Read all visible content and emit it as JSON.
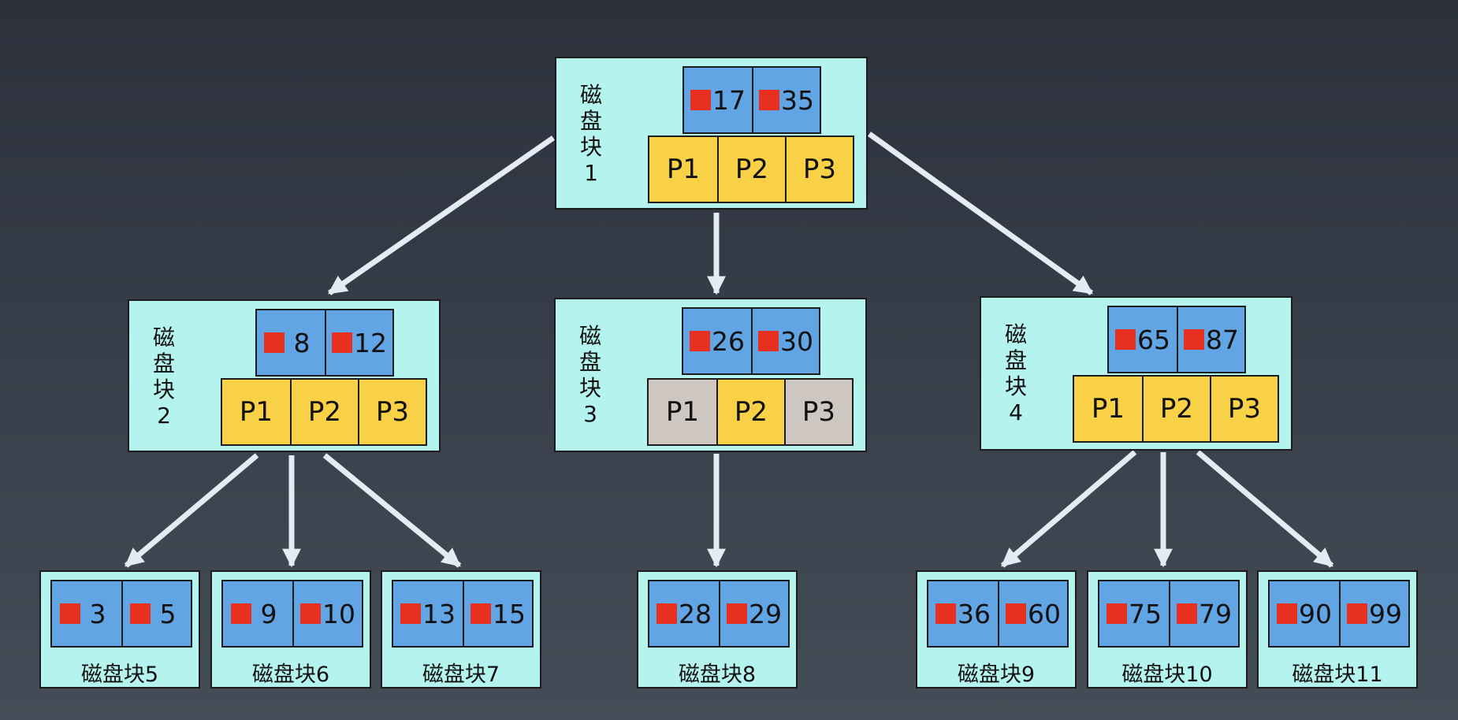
{
  "pointer_labels": [
    "P1",
    "P2",
    "P3"
  ],
  "colors": {
    "node_bg": "#b4f3ee",
    "key_bg": "#62a5e4",
    "pointer_bg": "#f9d146",
    "pointer_muted_bg": "#cdc6c1",
    "marker": "#e8301f",
    "arrow": "#e4ebf4"
  },
  "nodes": {
    "n1": {
      "label": [
        "磁",
        "盘",
        "块",
        "1"
      ],
      "keys": [
        "17",
        "35"
      ]
    },
    "n2": {
      "label": [
        "磁",
        "盘",
        "块",
        "2"
      ],
      "keys": [
        "8",
        "12"
      ]
    },
    "n3": {
      "label": [
        "磁",
        "盘",
        "块",
        "3"
      ],
      "keys": [
        "26",
        "30"
      ],
      "active_pointer": "P2"
    },
    "n4": {
      "label": [
        "磁",
        "盘",
        "块",
        "4"
      ],
      "keys": [
        "65",
        "87"
      ]
    }
  },
  "leaves": {
    "l5": {
      "label": "磁盘块5",
      "keys": [
        "3",
        "5"
      ]
    },
    "l6": {
      "label": "磁盘块6",
      "keys": [
        "9",
        "10"
      ]
    },
    "l7": {
      "label": "磁盘块7",
      "keys": [
        "13",
        "15"
      ]
    },
    "l8": {
      "label": "磁盘块8",
      "keys": [
        "28",
        "29"
      ]
    },
    "l9": {
      "label": "磁盘块9",
      "keys": [
        "36",
        "60"
      ]
    },
    "l10": {
      "label": "磁盘块10",
      "keys": [
        "75",
        "79"
      ]
    },
    "l11": {
      "label": "磁盘块11",
      "keys": [
        "90",
        "99"
      ]
    }
  }
}
